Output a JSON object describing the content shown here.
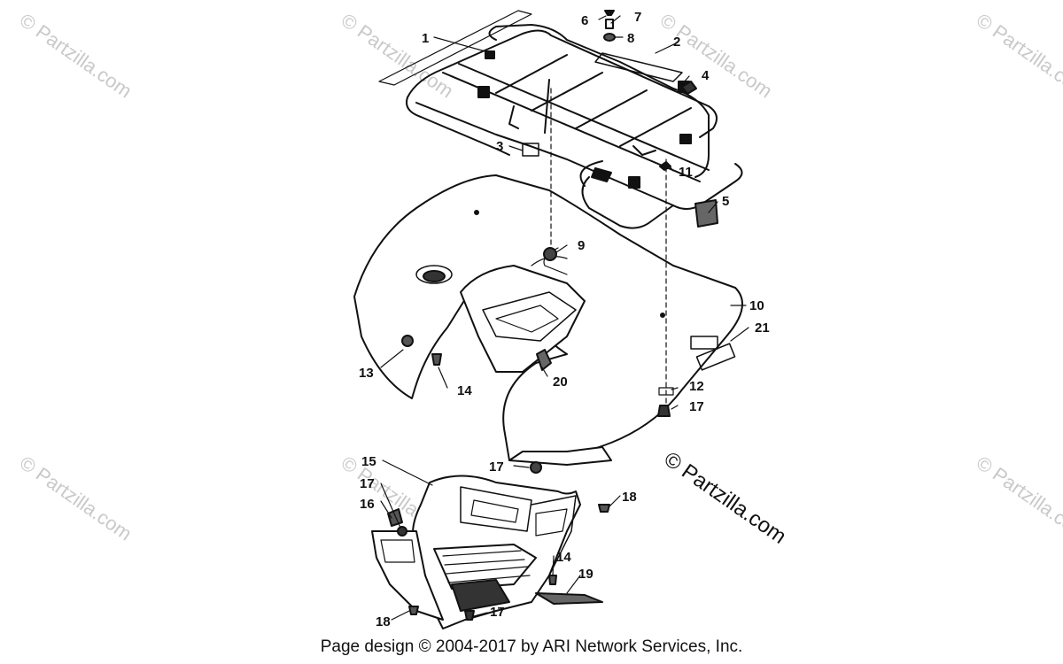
{
  "watermarks": {
    "small": "© Partzilla.com",
    "large": "© Partzilla.com"
  },
  "callouts": [
    "1",
    "2",
    "3",
    "4",
    "5",
    "6",
    "7",
    "8",
    "9",
    "10",
    "11",
    "12",
    "13",
    "14",
    "15",
    "16",
    "17",
    "18",
    "19",
    "20",
    "21"
  ],
  "footer": "Page design © 2004-2017 by ARI Network Services, Inc.",
  "colors": {
    "line": "#111111",
    "background": "#ffffff",
    "watermark": "#c9c9c9"
  }
}
